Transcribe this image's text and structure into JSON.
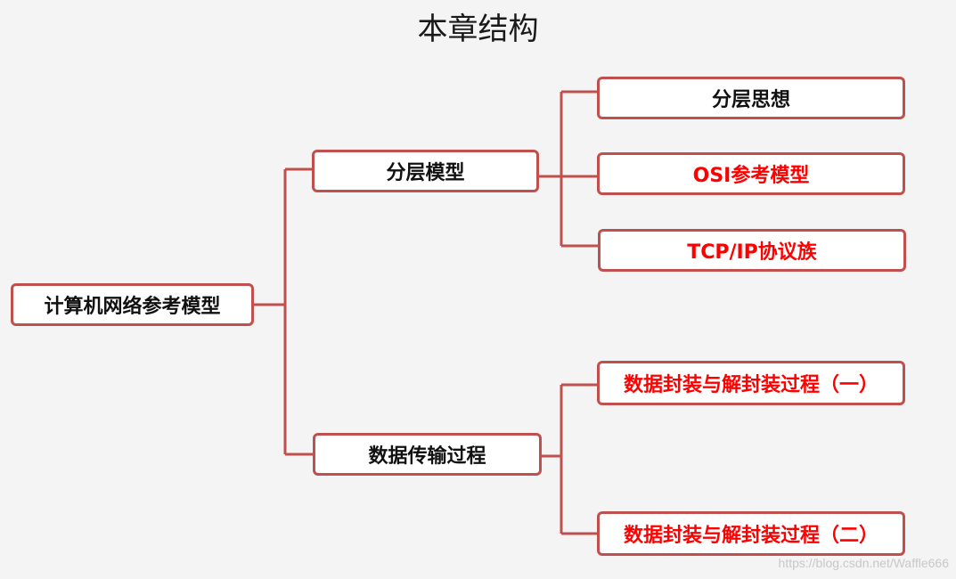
{
  "title": "本章结构",
  "root": {
    "label": "计算机网络参考模型"
  },
  "branches": [
    {
      "label": "分层模型",
      "children": [
        {
          "label": "分层思想",
          "color": "#111111"
        },
        {
          "label": "OSI参考模型",
          "color": "#ff0000"
        },
        {
          "label": "TCP/IP协议族",
          "color": "#ff0000"
        }
      ]
    },
    {
      "label": "数据传输过程",
      "children": [
        {
          "label": "数据封装与解封装过程（一）",
          "color": "#ff0000"
        },
        {
          "label": "数据封装与解封装过程（二）",
          "color": "#ff0000"
        }
      ]
    }
  ],
  "style": {
    "border_color": "#c0504d",
    "background": "#f4f4f4"
  },
  "watermark": "https://blog.csdn.net/Waffle666"
}
